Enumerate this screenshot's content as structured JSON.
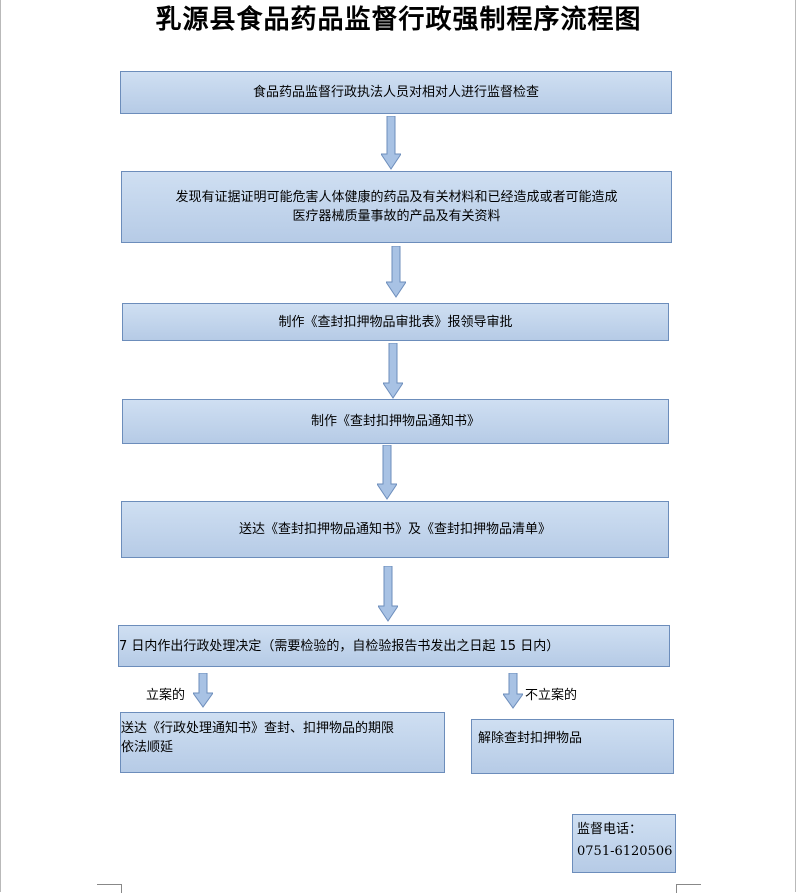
{
  "title": "乳源县食品药品监督行政强制程序流程图",
  "steps": [
    {
      "text": "食品药品监督行政执法人员对相对人进行监督检查"
    },
    {
      "text": "发现有证据证明可能危害人体健康的药品及有关材料和已经造成或者可能造成\n医疗器械质量事故的产品及有关资料"
    },
    {
      "text": "制作《查封扣押物品审批表》报领导审批"
    },
    {
      "text": "制作《查封扣押物品通知书》"
    },
    {
      "text": "送达《查封扣押物品通知书》及《查封扣押物品清单》"
    },
    {
      "text": "7 日内作出行政处理决定（需要检验的，自检验报告书发出之日起 15 日内）"
    }
  ],
  "branches": {
    "filed": {
      "label": "立案的",
      "text": "送达《行政处理通知书》查封、扣押物品的期限\n依法顺延"
    },
    "not_filed": {
      "label": "不立案的",
      "text": "解除查封扣押物品"
    }
  },
  "contact": {
    "label": "监督电话：",
    "number": "0751-6120506"
  },
  "colors": {
    "box_fill": "#c3d6ee",
    "box_border": "#6c8dbb",
    "arrow_fill": "#a8c2e4",
    "arrow_border": "#6c8dbb"
  }
}
